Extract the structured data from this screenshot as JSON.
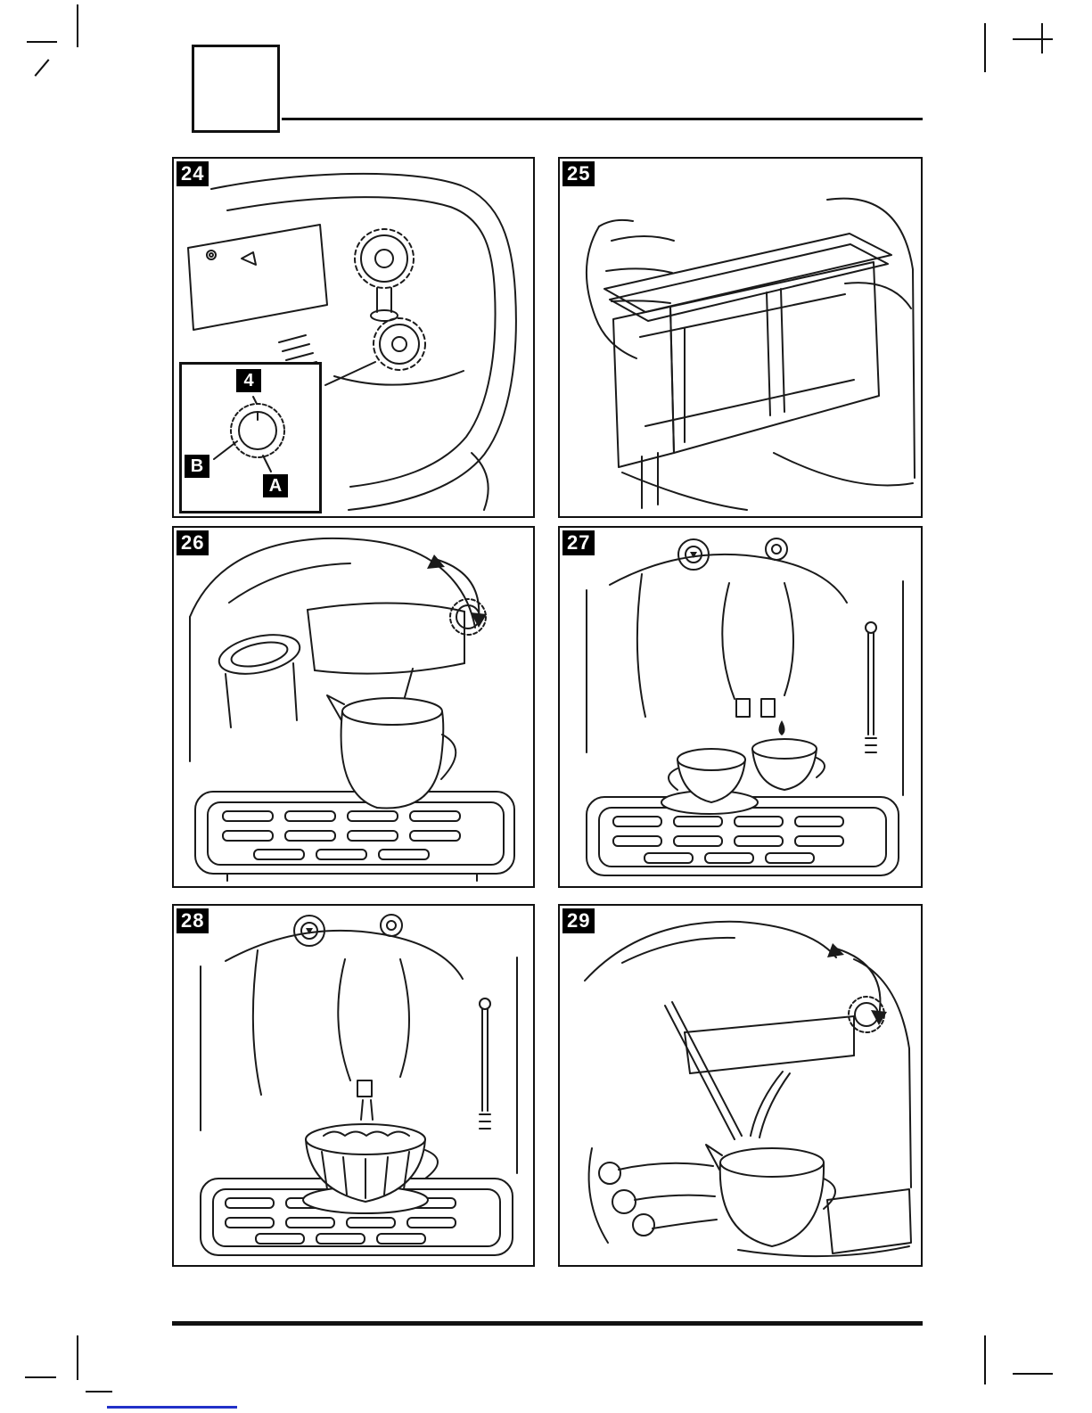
{
  "figures": [
    {
      "number": "24",
      "callouts": [
        "4",
        "B",
        "A"
      ]
    },
    {
      "number": "25"
    },
    {
      "number": "26"
    },
    {
      "number": "27"
    },
    {
      "number": "28"
    },
    {
      "number": "29"
    }
  ]
}
